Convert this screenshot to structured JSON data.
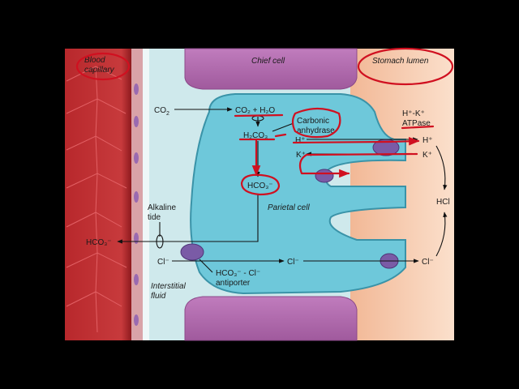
{
  "regions": {
    "blood_capillary": [
      "Blood",
      "capillary"
    ],
    "chief_cell": "Chief cell",
    "stomach_lumen": "Stomach lumen",
    "parietal_cell": "Parietal cell",
    "interstitial_fluid": [
      "Interstitial",
      "fluid"
    ]
  },
  "molecules": {
    "co2_left": "CO",
    "co2_left_sub": "2",
    "co2_h2o": "CO₂ + H₂O",
    "h2co3": "H₂CO₃",
    "h_plus_inner": "H⁺",
    "h_plus_lumen": "H⁺",
    "k_plus_inner": "K⁺",
    "k_plus_lumen": "K⁺",
    "hco3_inner": "HCO₃⁻",
    "hco3_blood": "HCO₃⁻",
    "cl_left": "Cl⁻",
    "cl_mid": "Cl⁻",
    "cl_lumen": "Cl⁻",
    "hcl": "HCl"
  },
  "enzymes": {
    "carbonic_anhydrase": [
      "Carbonic",
      "anhydrase"
    ],
    "atpase_top": "H⁺-K⁺",
    "atpase_bottom": "ATPase",
    "antiporter": [
      "HCO₃⁻ - Cl⁻",
      "antiporter"
    ]
  },
  "annotations": {
    "alkaline_tide": [
      "Alkaline",
      "tide"
    ]
  },
  "colors": {
    "background": "#000000",
    "capillary": "#b8282c",
    "interstitial": "#cfe9ec",
    "chief_cell": "#b36fb0",
    "parietal_cell": "#6ec8da",
    "lumen": "#f6c9a8",
    "pump": "#7a5ba6",
    "annotation_ink": "#d01020"
  }
}
